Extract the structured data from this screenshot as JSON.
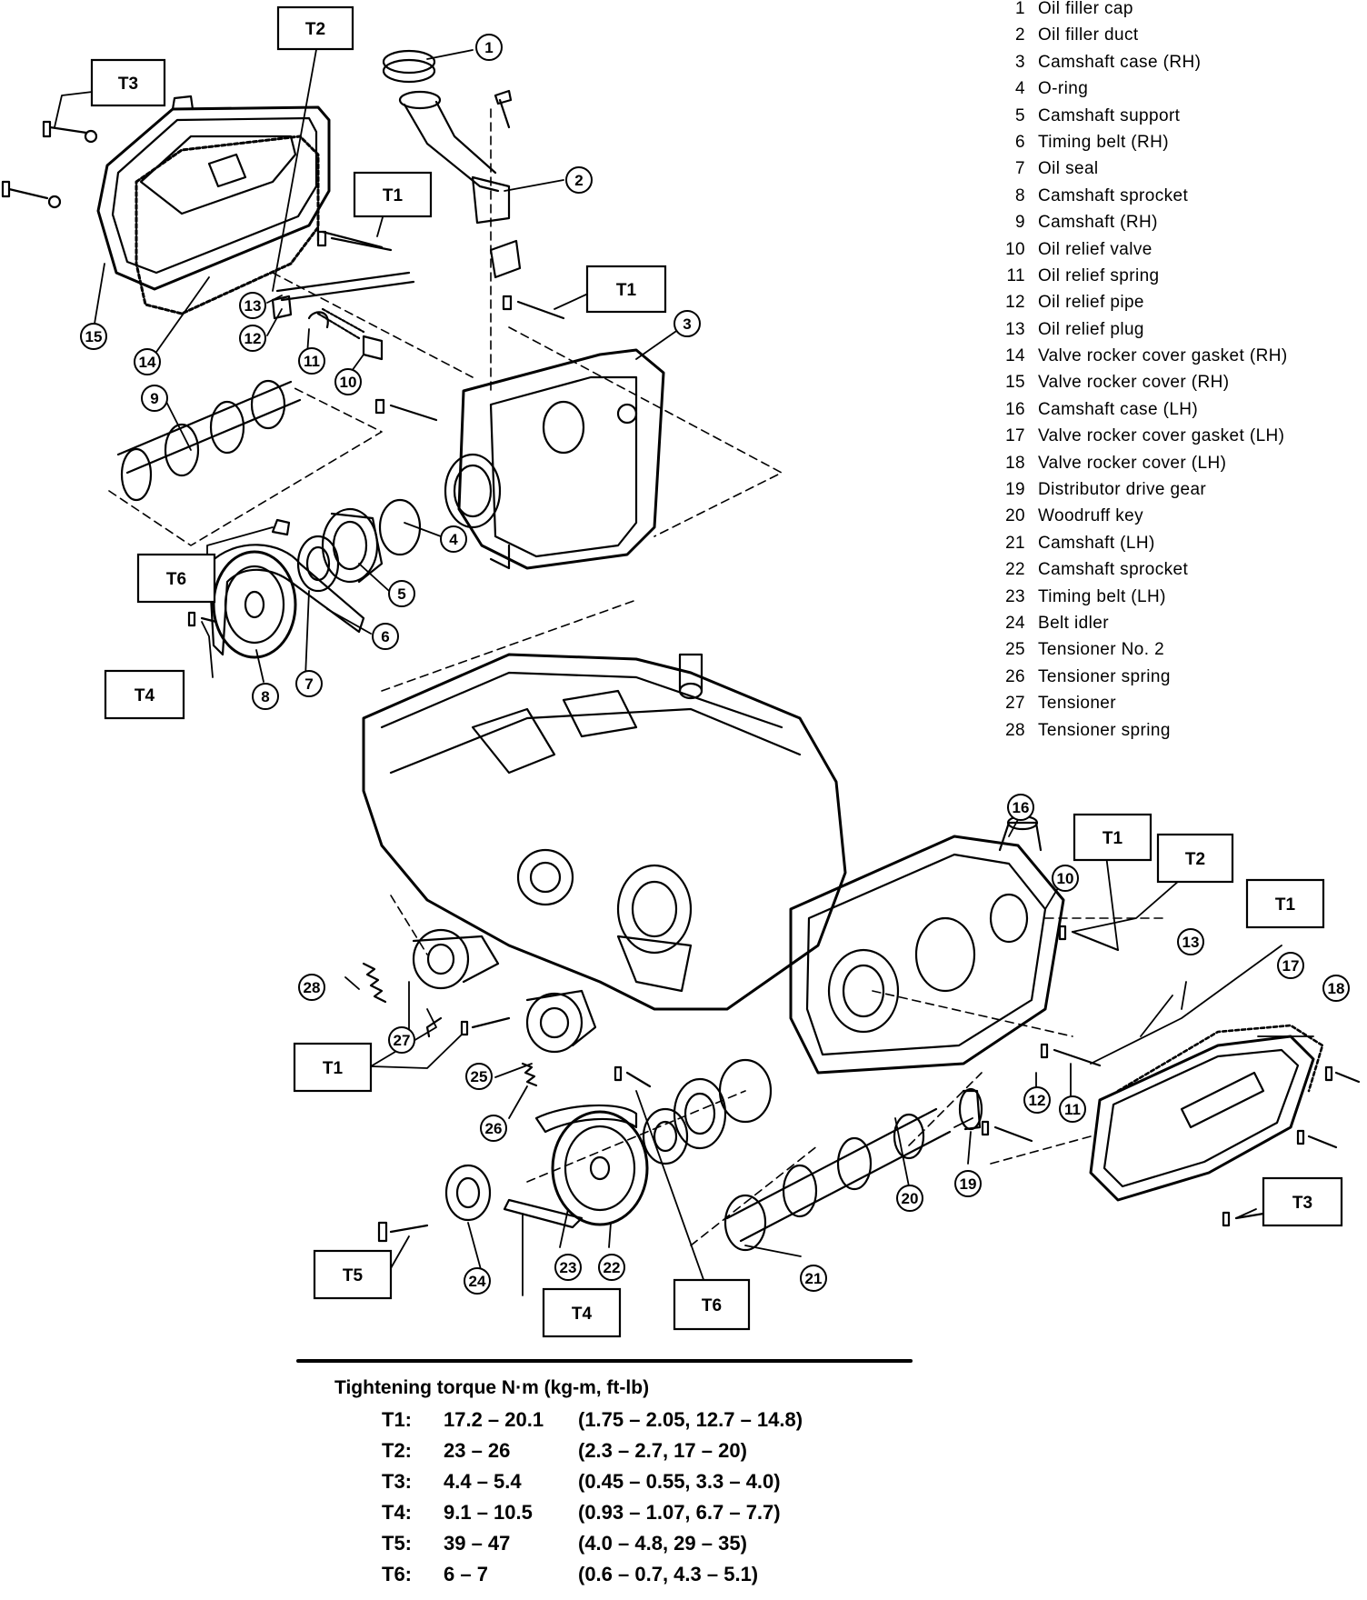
{
  "parts": [
    {
      "num": "1",
      "name": "Oil filler cap"
    },
    {
      "num": "2",
      "name": "Oil filler duct"
    },
    {
      "num": "3",
      "name": "Camshaft case (RH)"
    },
    {
      "num": "4",
      "name": "O-ring"
    },
    {
      "num": "5",
      "name": "Camshaft support"
    },
    {
      "num": "6",
      "name": "Timing belt (RH)"
    },
    {
      "num": "7",
      "name": "Oil seal"
    },
    {
      "num": "8",
      "name": "Camshaft sprocket"
    },
    {
      "num": "9",
      "name": "Camshaft (RH)"
    },
    {
      "num": "10",
      "name": "Oil relief valve"
    },
    {
      "num": "11",
      "name": "Oil relief spring"
    },
    {
      "num": "12",
      "name": "Oil relief pipe"
    },
    {
      "num": "13",
      "name": "Oil relief plug"
    },
    {
      "num": "14",
      "name": "Valve rocker cover gasket (RH)"
    },
    {
      "num": "15",
      "name": "Valve rocker cover (RH)"
    },
    {
      "num": "16",
      "name": "Camshaft case (LH)"
    },
    {
      "num": "17",
      "name": "Valve rocker cover gasket (LH)"
    },
    {
      "num": "18",
      "name": "Valve rocker cover (LH)"
    },
    {
      "num": "19",
      "name": "Distributor drive gear"
    },
    {
      "num": "20",
      "name": "Woodruff key"
    },
    {
      "num": "21",
      "name": "Camshaft (LH)"
    },
    {
      "num": "22",
      "name": "Camshaft sprocket"
    },
    {
      "num": "23",
      "name": "Timing belt (LH)"
    },
    {
      "num": "24",
      "name": "Belt idler"
    },
    {
      "num": "25",
      "name": "Tensioner No. 2"
    },
    {
      "num": "26",
      "name": "Tensioner spring"
    },
    {
      "num": "27",
      "name": "Tensioner"
    },
    {
      "num": "28",
      "name": "Tensioner spring"
    }
  ],
  "torque": {
    "title": "Tightening torque  N·m (kg-m, ft-lb)",
    "rows": [
      {
        "code": "T1:",
        "nm": "17.2 – 20.1",
        "other": "(1.75 – 2.05, 12.7 – 14.8)"
      },
      {
        "code": "T2:",
        "nm": "23 – 26",
        "other": "(2.3 – 2.7, 17 – 20)"
      },
      {
        "code": "T3:",
        "nm": "4.4 – 5.4",
        "other": "(0.45 – 0.55, 3.3 – 4.0)"
      },
      {
        "code": "T4:",
        "nm": "9.1 – 10.5",
        "other": "(0.93 – 1.07, 6.7 – 7.7)"
      },
      {
        "code": "T5:",
        "nm": "39 – 47",
        "other": "(4.0 – 4.8, 29 – 35)"
      },
      {
        "code": "T6:",
        "nm": "6 – 7",
        "other": "(0.6 – 0.7, 4.3 – 5.1)"
      }
    ]
  },
  "torque_labels": {
    "t1": "T1",
    "t2": "T2",
    "t3": "T3",
    "t4": "T4",
    "t5": "T5",
    "t6": "T6"
  },
  "callouts": {
    "c1": "1",
    "c2": "2",
    "c3": "3",
    "c4": "4",
    "c5": "5",
    "c6": "6",
    "c7": "7",
    "c8": "8",
    "c9": "9",
    "c10": "10",
    "c11": "11",
    "c12": "12",
    "c13": "13",
    "c14": "14",
    "c15": "15",
    "c16": "16",
    "c17": "17",
    "c18": "18",
    "c19": "19",
    "c20": "20",
    "c21": "21",
    "c22": "22",
    "c23": "23",
    "c24": "24",
    "c25": "25",
    "c26": "26",
    "c27": "27",
    "c28": "28"
  }
}
